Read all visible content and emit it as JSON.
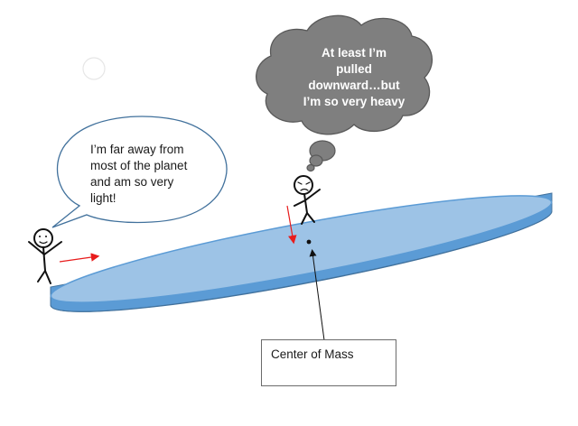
{
  "speech_bubble": {
    "lines": [
      "I’m far away from",
      "most of the planet",
      "and am so very",
      "light!"
    ]
  },
  "thought_bubble": {
    "lines": [
      "At least I’m",
      "pulled",
      "downward…but",
      "I’m so very heavy"
    ]
  },
  "center_of_mass_box": {
    "label": "Center of Mass"
  },
  "colors": {
    "disc_top": "#9dc3e6",
    "disc_rim": "#5b9bd5",
    "disc_outline": "#41719c",
    "thought_fill": "#7f7f7f",
    "arrow_red": "#e81c1c"
  }
}
